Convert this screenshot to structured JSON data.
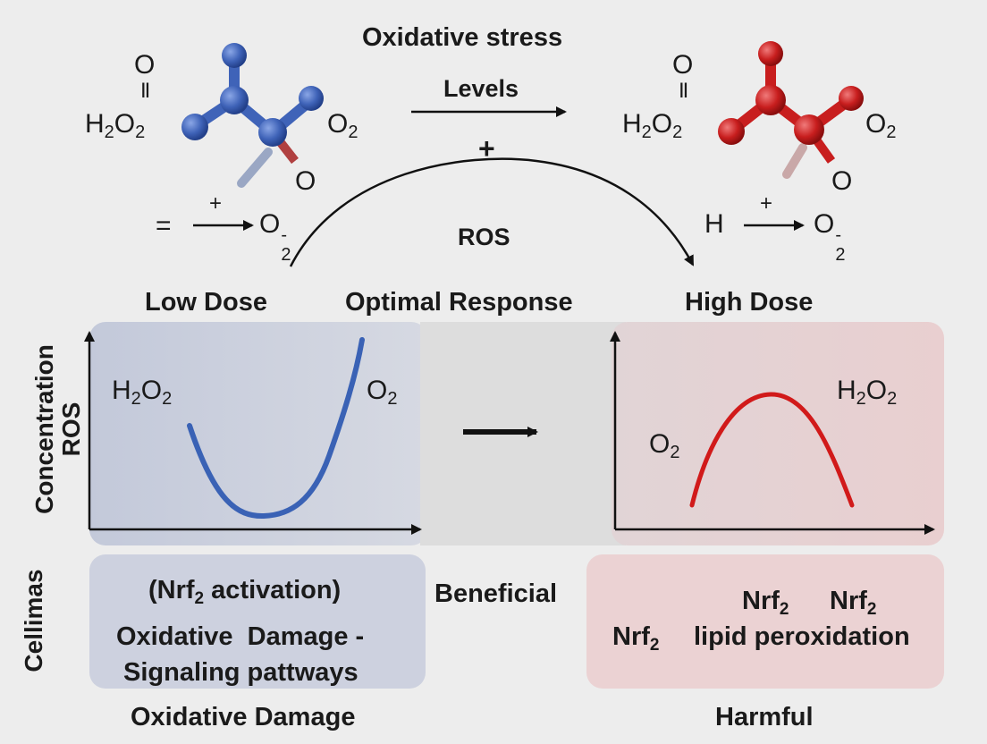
{
  "header": {
    "title": "Oxidative stress",
    "arrow_label": "Levels",
    "plus_sign": "+",
    "ros_label": "ROS"
  },
  "left_molecule": {
    "top_O": "O",
    "bond": "II",
    "h2o2_H": "H",
    "h2o2_2a": "2",
    "h2o2_O": "O",
    "h2o2_2b": "2",
    "o2_O": "O",
    "o2_2": "2",
    "bottom_O": "O",
    "ball_color": "#3f63b8"
  },
  "right_molecule": {
    "top_O": "O",
    "bond": "II",
    "h2o2_H": "H",
    "h2o2_2a": "2",
    "h2o2_O": "O",
    "h2o2_2b": "2",
    "o2_O": "O",
    "o2_2": "2",
    "bottom_O": "O",
    "ball_color": "#c81e1e"
  },
  "left_reaction": {
    "eq": "=",
    "plus": "+",
    "product_O": "O",
    "product_2": "2",
    "product_charge": "-"
  },
  "right_reaction": {
    "reactant": "H",
    "plus": "+",
    "product_O": "O",
    "product_2": "2",
    "product_charge": "-"
  },
  "dose_labels": {
    "low": "Low Dose",
    "optimal": "Optimal Response",
    "high": "High Dose"
  },
  "y_axis_label": {
    "line1": "Concentration",
    "line2": "ROS"
  },
  "low_chart": {
    "label_left_H": "H",
    "label_left_2a": "2",
    "label_left_O": "O",
    "label_left_2b": "2",
    "label_right_O": "O",
    "label_right_2": "2",
    "curve_color": "#3a62b5",
    "panel_color": "#c9cedb"
  },
  "high_chart": {
    "label_left_O": "O",
    "label_left_2": "2",
    "label_right_H": "H",
    "label_right_2a": "2",
    "label_right_O": "O",
    "label_right_2b": "2",
    "curve_color": "#d11a1a",
    "panel_color": "#e8cfd0"
  },
  "side_label": "Cellimas",
  "low_box": {
    "line1_pre": "(Nrf",
    "line1_sub": "2",
    "line1_post": " activation)",
    "line2": "Oxidative  Damage -",
    "line3": "Signaling pattways",
    "box_color": "#ccd0de"
  },
  "middle_label": "Beneficial",
  "high_box": {
    "nrf_a": "Nrf",
    "nrf_a_sub": "2",
    "nrf_b": "Nrf",
    "nrf_b_sub": "2",
    "nrf_c": "Nrf",
    "nrf_c_sub": "2",
    "lipid": "lipid peroxidation",
    "box_color": "#ebd1d2"
  },
  "bottom_labels": {
    "left": "Oxidative Damage",
    "right": "Harmful"
  }
}
